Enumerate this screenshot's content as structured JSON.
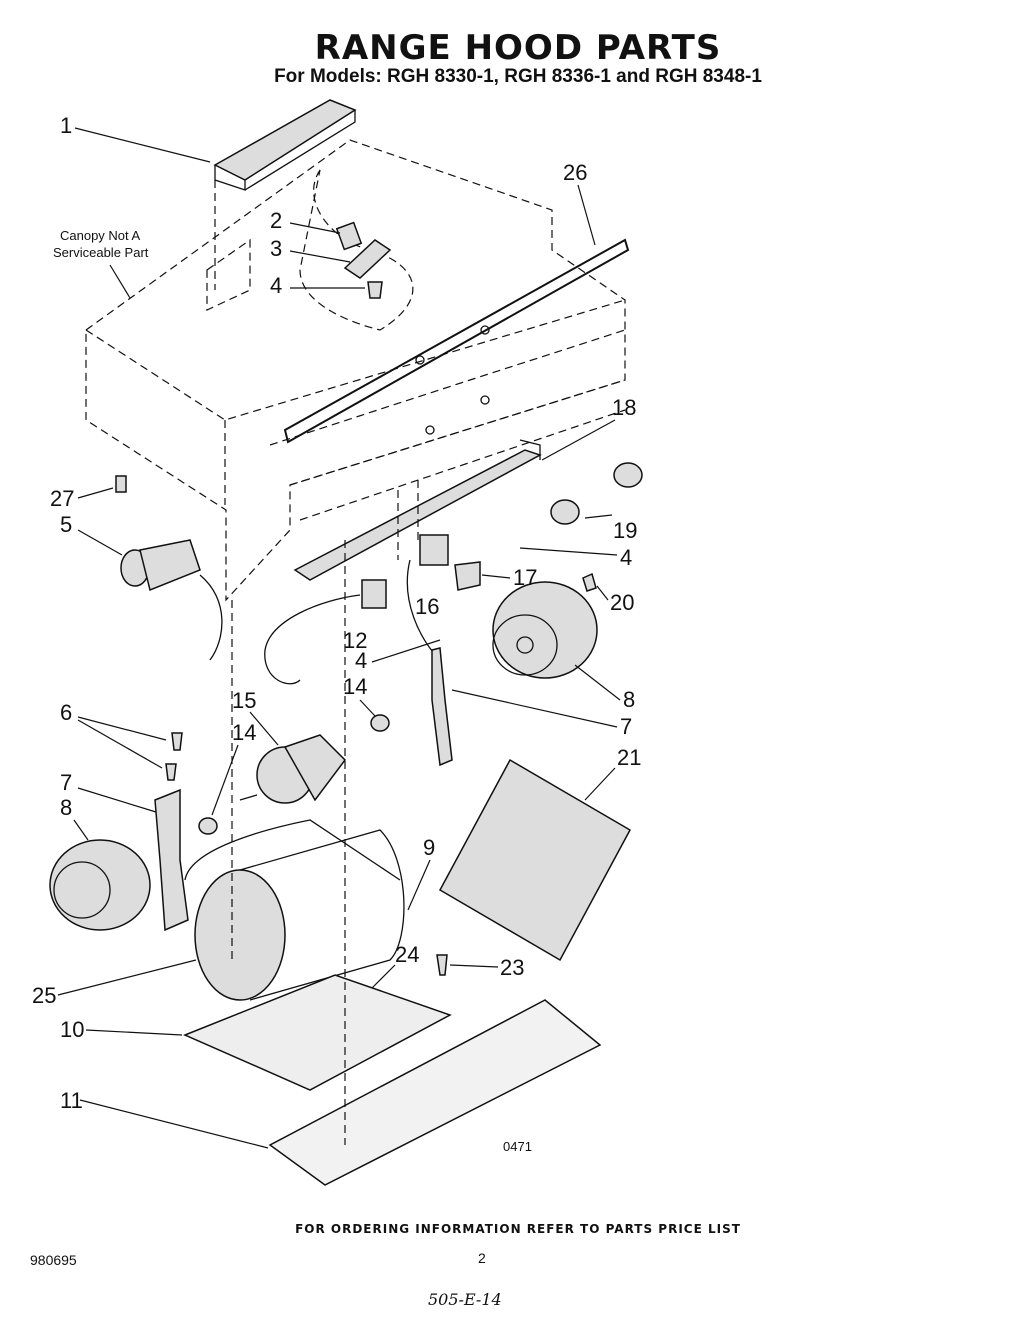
{
  "header": {
    "title": "RANGE HOOD PARTS",
    "subtitle": "For Models: RGH 8330-1, RGH 8336-1 and RGH 8348-1"
  },
  "note": {
    "line1": "Canopy Not A",
    "line2": "Serviceable Part"
  },
  "callouts": [
    "1",
    "2",
    "3",
    "4",
    "26",
    "18",
    "27",
    "5",
    "19",
    "4",
    "17",
    "20",
    "16",
    "12",
    "4",
    "14",
    "8",
    "15",
    "6",
    "14",
    "7",
    "7",
    "21",
    "8",
    "9",
    "24",
    "23",
    "25",
    "10",
    "11"
  ],
  "drawing_code": "0471",
  "footer": {
    "ordering": "FOR ORDERING INFORMATION REFER TO PARTS PRICE LIST",
    "doc_number": "980695",
    "page": "2",
    "handwritten": "505-E-14"
  }
}
